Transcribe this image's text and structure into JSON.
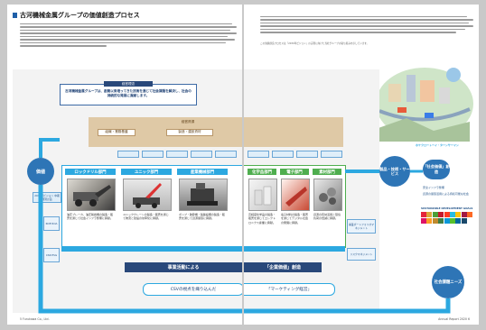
{
  "left_page": {
    "title": "古河機械金属グループの価値創造プロセス",
    "value_box_header": "経営理念",
    "value_box_text": "古河機械金属グループは、創業以来培ってきた技術を通じて社会課題を解決し、社会の持続的な発展に貢献します。",
    "core_competence_label": "組織・業務基盤",
    "top_band_label": "経営資源",
    "materials_label": "製造・建設資材",
    "left_circle": "価値",
    "left_tag_1": "ROE ROA",
    "left_tag_2": "CSR ESG",
    "dept_headers": [
      "ロックドリル部門",
      "ユニック部門",
      "産業機械部門"
    ],
    "dept_desc": [
      "油圧ブレーカ、油圧削岩機の製造・販売を通じて社会インフラ整備に貢献。",
      "ユニッククレーンの製造・販売を通じて物流と建設の効率化に貢献。",
      "ポンプ・破砕機・製錬設備の製造・販売を通じて資源循環に貢献。"
    ],
    "blue_link": "2030年ビジョン 中期経営計画",
    "bottom_bar": "事業活動による",
    "bottom_pill": "CSVの視点を織り込んだ",
    "footer": "5 Furukawa Co., Ltd."
  },
  "right_page": {
    "intro_note": "この価値創造プロセスは「2030年ビジョン」の実現に向けた当社グループの取り組みを示しています。",
    "vision_tag": "ホケクロートーイ・ターンサーマン",
    "right_circle_1": "製品・技術・サービス",
    "right_circle_2": "「社会価値」創造",
    "right_circle_3": "社会課題ニーズ",
    "bullet_1": "安全インフラ整備",
    "bullet_2": "資源の循環活用による持続可能な社会",
    "dept_headers": [
      "化学品部門",
      "電子部門",
      "素材部門"
    ],
    "dept_desc": [
      "高純度化学品の製造・販売を通じてエレクトロニクス産業に貢献。",
      "電子材料の製造・販売を通じてデジタル社会の発展に貢献。",
      "資源の有効活用と環境負荷の低減に貢献。"
    ],
    "side_tag_1": "事業ポートフォリオマネジメント",
    "side_tag_2": "リスクマネジメント",
    "sdgs_label": "SUSTAINABLE DEVELOPMENT GOALS",
    "bottom_bar": "「企業価値」創造",
    "bottom_pill": "「マーケティング経営」",
    "footer": "Annual Report 2020 6",
    "sdg_colors": [
      "#e5243b",
      "#dda63a",
      "#4c9f38",
      "#c5192d",
      "#ff3a21",
      "#26bde2",
      "#fcc30b",
      "#a21942",
      "#fd6925",
      "#dd1367",
      "#fd9d24",
      "#bf8b2e",
      "#3f7e44",
      "#0a97d9",
      "#56c02b",
      "#00689d",
      "#19486a"
    ]
  }
}
